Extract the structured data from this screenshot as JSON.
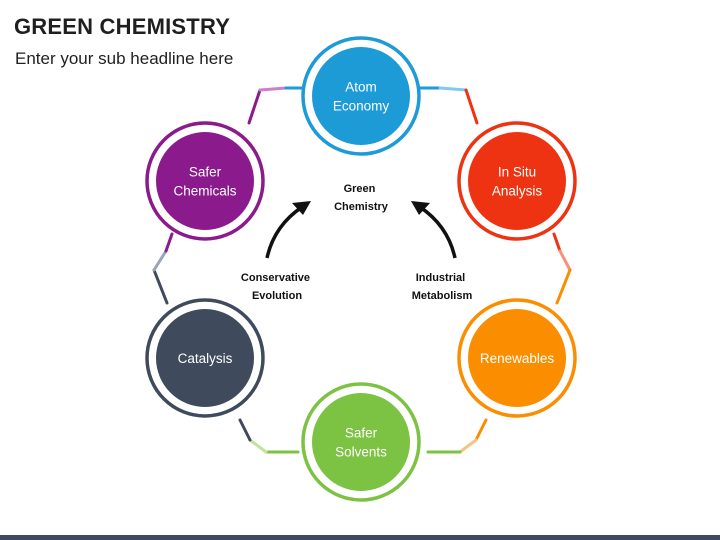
{
  "header": {
    "title": "GREEN CHEMISTRY",
    "subtitle": "Enter your sub headline here"
  },
  "center": {
    "title_lines": [
      "Green",
      "Chemistry"
    ],
    "left_lines": [
      "Conservative",
      "Evolution"
    ],
    "right_lines": [
      "Industrial",
      "Metabolism"
    ]
  },
  "nodes": [
    {
      "lines": [
        "Atom",
        "Economy"
      ],
      "color": "#1c9bd7"
    },
    {
      "lines": [
        "In Situ",
        "Analysis"
      ],
      "color": "#ee3312"
    },
    {
      "lines": [
        "Renewables"
      ],
      "color": "#fb8d00"
    },
    {
      "lines": [
        "Safer",
        "Solvents"
      ],
      "color": "#7cc243"
    },
    {
      "lines": [
        "Catalysis"
      ],
      "color": "#3f4b5c"
    },
    {
      "lines": [
        "Safer",
        "Chemicals"
      ],
      "color": "#8b1a8c"
    }
  ],
  "connector_colors": [
    "#7ec8f1",
    "#f98f7e",
    "#f9c37e",
    "#c2e39c",
    "#9ba5b3",
    "#d17dcd"
  ],
  "colors": {
    "arrow": "#111111",
    "text_dark": "#1f1f1f"
  }
}
